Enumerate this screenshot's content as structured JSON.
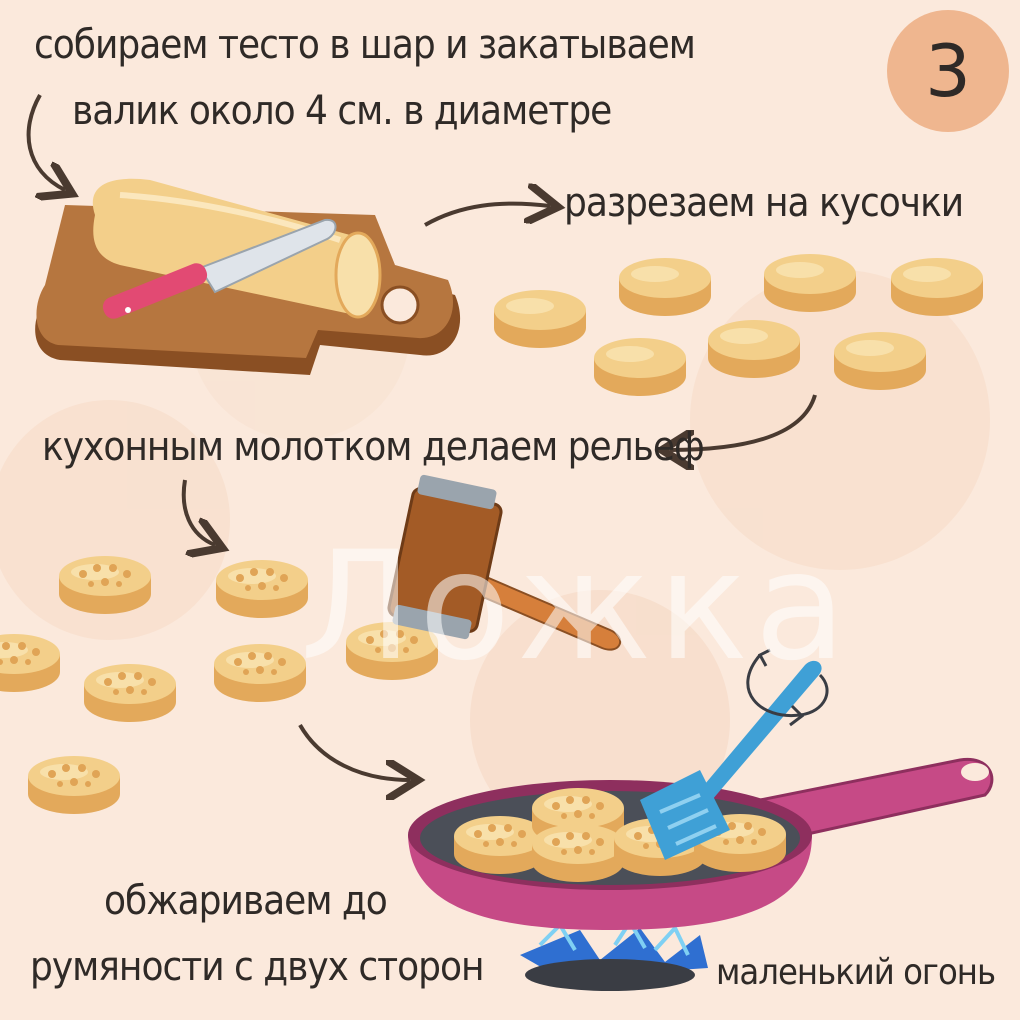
{
  "step_number": "3",
  "captions": {
    "roll_line1": "собираем тесто в шар и закатываем",
    "roll_line2": "валик около 4 см. в диаметре",
    "cut": "разрезаем на кусочки",
    "relief": "кухонным молотком делаем рельеф",
    "fry_line1": "обжариваем до",
    "fry_line2": "румяности с двух сторон",
    "fire": "маленький огонь"
  },
  "watermark": "Ложка",
  "colors": {
    "background": "#fbe9dc",
    "badge": "#efb68f",
    "board": "#b6763f",
    "dough": "#f3cf8a",
    "knife_handle": "#e24a73",
    "pan": "#c64a86",
    "spatula": "#3fa0d6",
    "flame": "#2f6fd1"
  },
  "icons": [
    "arrow-icon",
    "cutting-board-icon",
    "knife-icon",
    "dough-roll-icon",
    "dough-slice-icon",
    "meat-mallet-icon",
    "frying-pan-icon",
    "spatula-icon",
    "flip-arrow-icon",
    "gas-burner-icon"
  ]
}
